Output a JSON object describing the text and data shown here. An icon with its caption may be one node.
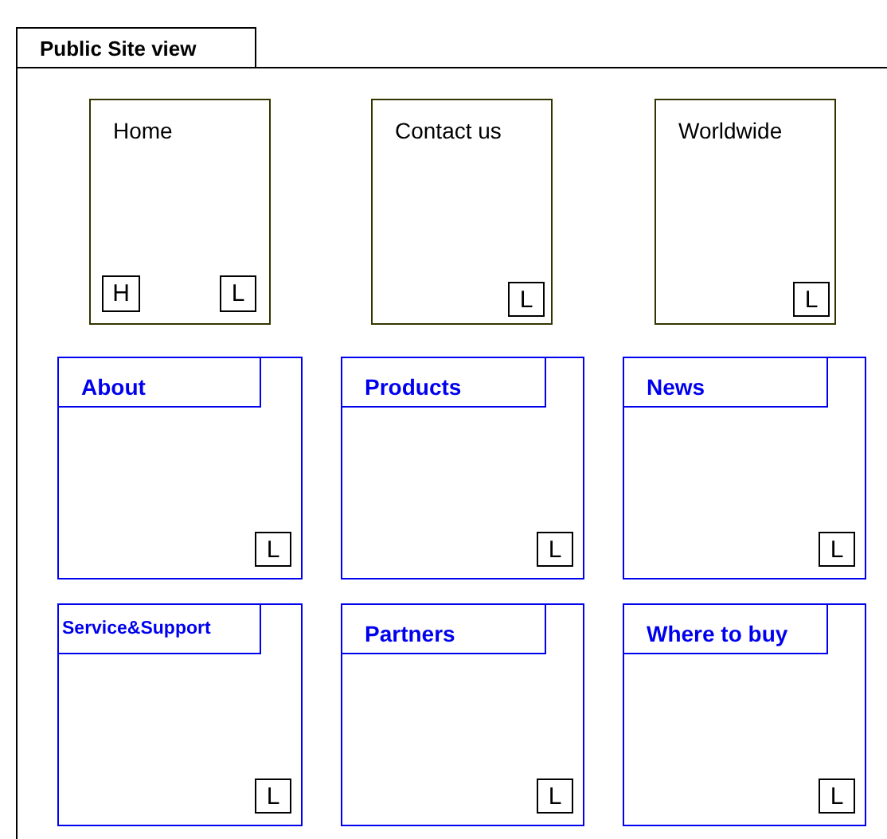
{
  "diagram": {
    "nodes": [
      {
        "text": [
          "Public Site view"
        ]
      },
      {
        "text": [
          "Home"
        ],
        "in": 0
      },
      {
        "text": [
          "H"
        ],
        "in": 1
      },
      {
        "text": [
          "L"
        ],
        "in": 1
      },
      {
        "text": [
          "Contact us"
        ],
        "in": 0
      },
      {
        "text": [
          "L"
        ],
        "in": 4
      },
      {
        "text": [
          "Worldwide"
        ],
        "in": 0
      },
      {
        "text": [
          "L"
        ],
        "in": 6
      },
      {
        "text": [
          "About"
        ],
        "in": 0
      },
      {
        "text": [
          "L"
        ],
        "in": 8
      },
      {
        "text": [
          "Products"
        ],
        "in": 0
      },
      {
        "text": [
          "L"
        ],
        "in": 10
      },
      {
        "text": [
          "News"
        ],
        "in": 0
      },
      {
        "text": [
          "L"
        ],
        "in": 12
      },
      {
        "text": [
          "Service&Support"
        ],
        "in": 0
      },
      {
        "text": [
          "L"
        ],
        "in": 14
      },
      {
        "text": [
          "Partners"
        ],
        "in": 0
      },
      {
        "text": [
          "L"
        ],
        "in": 16
      },
      {
        "text": [
          "Where to buy"
        ],
        "in": 0
      },
      {
        "text": [
          "L"
        ],
        "in": 18
      }
    ]
  }
}
